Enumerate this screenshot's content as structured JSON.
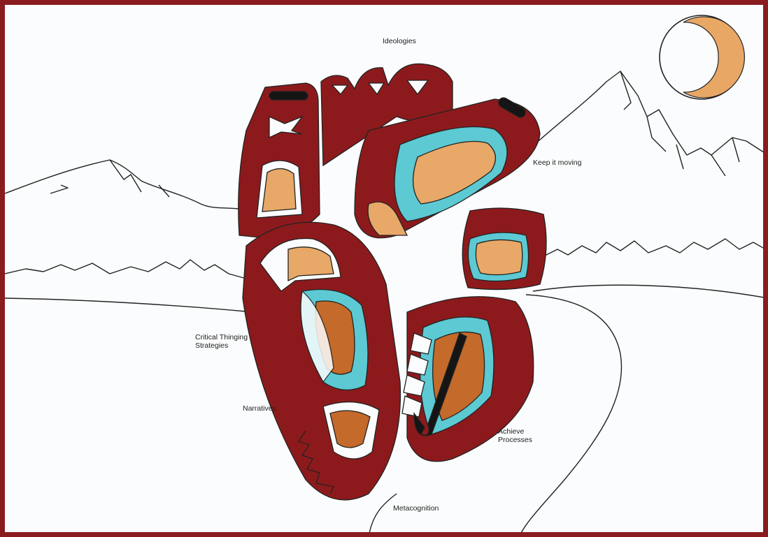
{
  "labels": {
    "top": "Ideologies",
    "keep_moving": "Keep it moving",
    "critical_thinking_line1": "Critical Thinging",
    "critical_thinking_line2": "Strategies",
    "narratives": "Narratives",
    "achieve_line1": "Achieve",
    "achieve_line2": "Processes",
    "bottom": "Metacognition"
  },
  "colors": {
    "frame": "#8a1c1f",
    "heart_red": "#8c1a1c",
    "turquoise": "#5cc9d3",
    "orange_light": "#e8a867",
    "orange_dark": "#c46a2a",
    "outline": "#222222"
  },
  "icons": {
    "sun": "crescent-sun-icon",
    "heart": "formline-heart-icon",
    "mountains": "mountain-line-icon"
  }
}
